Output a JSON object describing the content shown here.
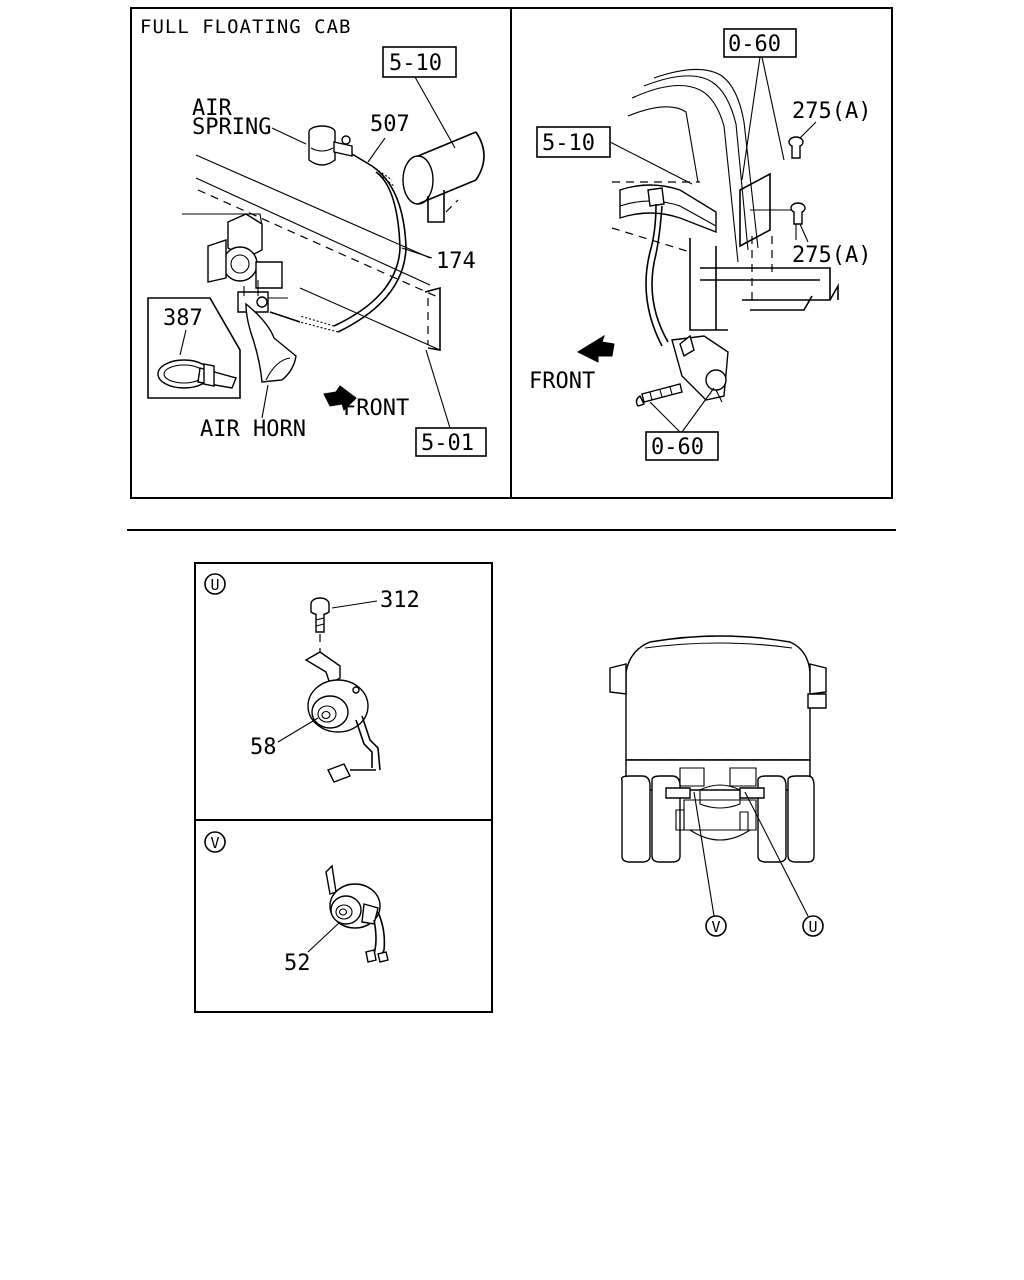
{
  "top_left_panel": {
    "title": "FULL FLOATING CAB",
    "ref_5_10": "5-10",
    "ref_5_01": "5-01",
    "air_spring_line1": "AIR",
    "air_spring_line2": "SPRING",
    "part_507": "507",
    "part_174": "174",
    "part_387": "387",
    "air_horn": "AIR HORN",
    "front": "FRONT"
  },
  "top_right_panel": {
    "ref_0_60_top": "0-60",
    "ref_0_60_bottom": "0-60",
    "ref_5_10": "5-10",
    "part_275a_top": "275(A)",
    "part_275a_bottom": "275(A)",
    "front": "FRONT"
  },
  "detail_u": {
    "marker": "U",
    "part_312": "312",
    "part_58": "58"
  },
  "detail_v": {
    "marker": "V",
    "part_52": "52"
  },
  "truck_view": {
    "marker_v": "V",
    "marker_u": "U"
  }
}
